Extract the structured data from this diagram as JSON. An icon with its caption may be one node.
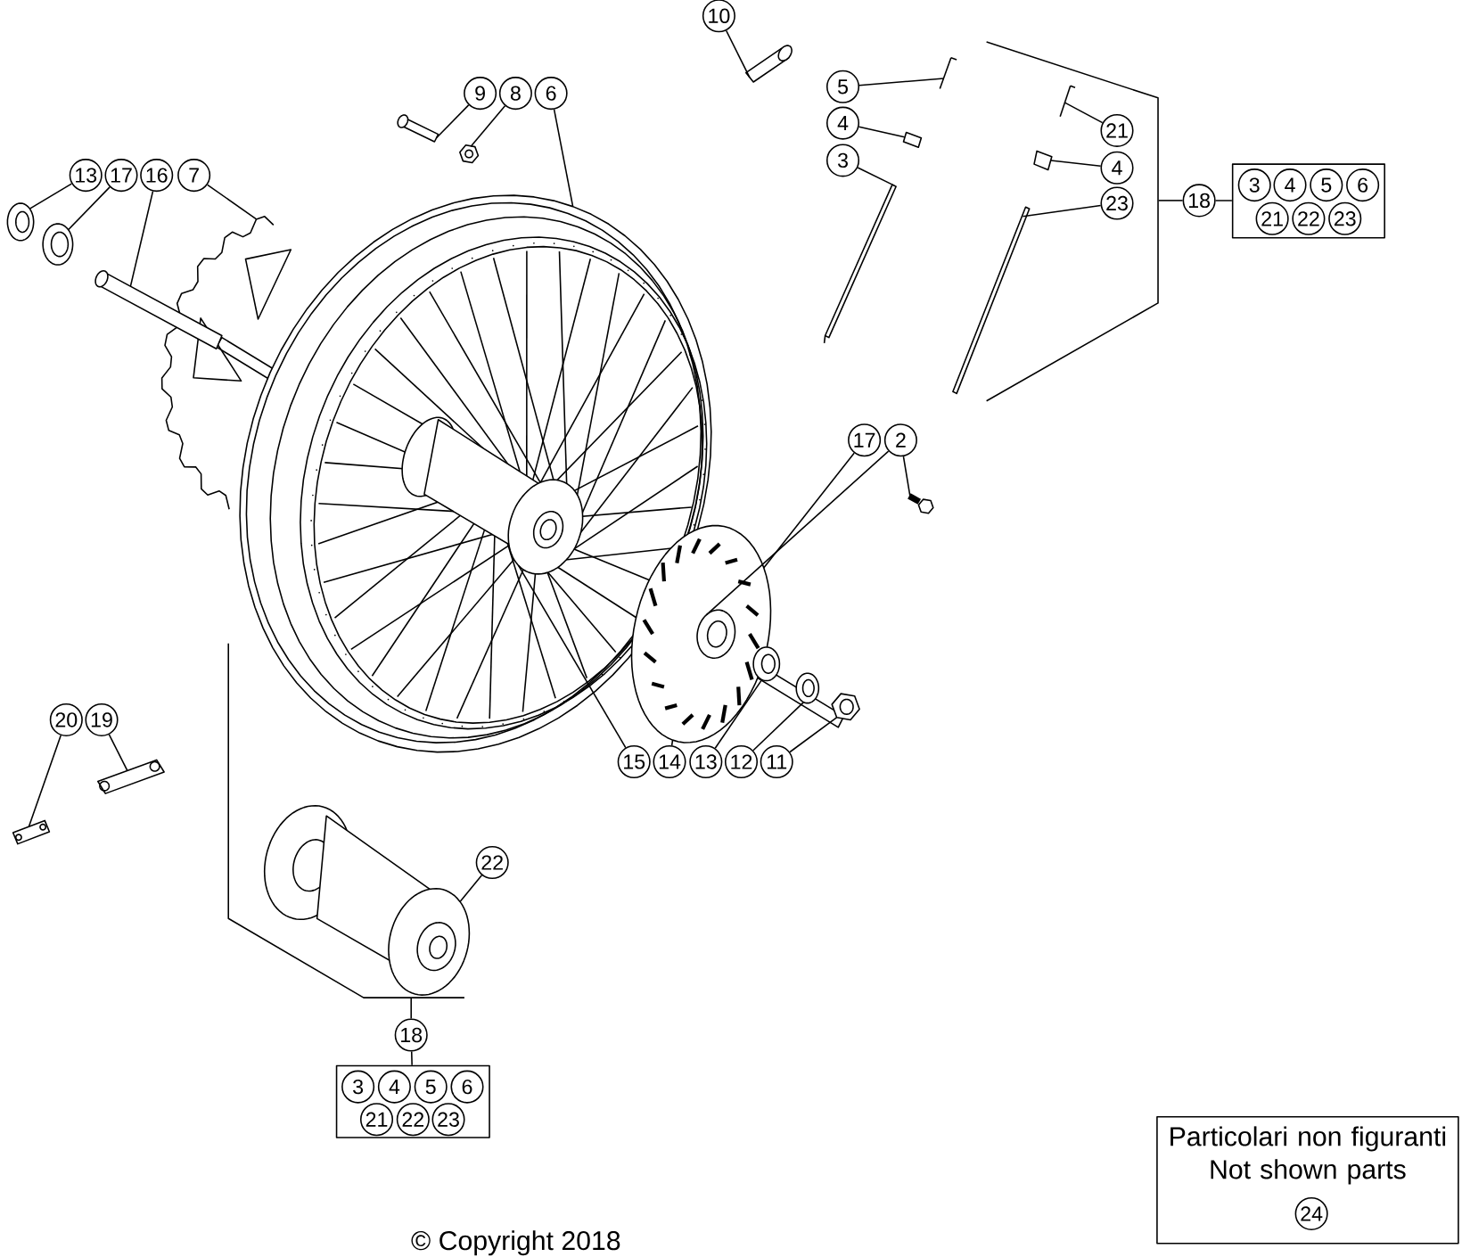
{
  "diagram": {
    "nodes": [
      {
        "text": [
          "10"
        ]
      },
      {
        "text": [
          "9"
        ]
      },
      {
        "text": [
          "8"
        ]
      },
      {
        "text": [
          "6"
        ]
      },
      {
        "text": [
          "5"
        ]
      },
      {
        "text": [
          "4"
        ]
      },
      {
        "text": [
          "3"
        ]
      },
      {
        "text": [
          "21"
        ],
        "in": 56
      },
      {
        "text": [
          "4"
        ],
        "in": 56
      },
      {
        "text": [
          "23"
        ],
        "in": 56
      },
      {
        "text": [
          "18"
        ]
      },
      {
        "text": [],
        "shape": "box"
      },
      {
        "text": [
          "3"
        ],
        "in": 11
      },
      {
        "text": [
          "4"
        ],
        "in": 11
      },
      {
        "text": [
          "5"
        ],
        "in": 11
      },
      {
        "text": [
          "6"
        ],
        "in": 11
      },
      {
        "text": [
          "21"
        ],
        "in": 11
      },
      {
        "text": [
          "22"
        ],
        "in": 11
      },
      {
        "text": [
          "23"
        ],
        "in": 11
      },
      {
        "text": [
          "13"
        ]
      },
      {
        "text": [
          "17"
        ]
      },
      {
        "text": [
          "16"
        ]
      },
      {
        "text": [
          "7"
        ]
      },
      {
        "text": [
          "17"
        ]
      },
      {
        "text": [
          "2"
        ]
      },
      {
        "text": [
          "20"
        ]
      },
      {
        "text": [
          "19"
        ]
      },
      {
        "text": [
          "15"
        ]
      },
      {
        "text": [
          "14"
        ]
      },
      {
        "text": [
          "13"
        ]
      },
      {
        "text": [
          "12"
        ]
      },
      {
        "text": [
          "11"
        ]
      },
      {
        "text": [
          "22"
        ]
      },
      {
        "text": [
          "18"
        ]
      },
      {
        "text": [],
        "shape": "box"
      },
      {
        "text": [
          "3"
        ],
        "in": 34
      },
      {
        "text": [
          "4"
        ],
        "in": 34
      },
      {
        "text": [
          "5"
        ],
        "in": 34
      },
      {
        "text": [
          "6"
        ],
        "in": 34
      },
      {
        "text": [
          "21"
        ],
        "in": 34
      },
      {
        "text": [
          "22"
        ],
        "in": 34
      },
      {
        "text": [
          "23"
        ],
        "in": 34
      },
      {
        "text": [
          "Particolari non figuranti",
          "Not shown parts"
        ]
      },
      {
        "text": [
          "24"
        ],
        "in": 42
      },
      {
        "text": [],
        "shape": "picture"
      },
      {
        "text": [],
        "shape": "picture"
      },
      {
        "text": [],
        "shape": "picture"
      },
      {
        "text": [],
        "shape": "picture"
      },
      {
        "text": [],
        "shape": "picture",
        "in": 47
      },
      {
        "text": [],
        "shape": "picture"
      },
      {
        "text": [],
        "shape": "picture"
      },
      {
        "text": [],
        "shape": "picture"
      },
      {
        "text": [],
        "shape": "bar"
      },
      {
        "text": [],
        "shape": "picture",
        "in": 56
      },
      {
        "text": [],
        "shape": "picture",
        "in": 56
      },
      {
        "text": [],
        "shape": "bar"
      },
      {
        "text": [],
        "shape": "bracket"
      },
      {
        "text": [],
        "shape": "picture"
      },
      {
        "text": [],
        "shape": "picture"
      },
      {
        "text": [],
        "shape": "cylinder"
      },
      {
        "text": [],
        "shape": "picture"
      },
      {
        "text": [],
        "shape": "picture"
      },
      {
        "text": [],
        "shape": "picture"
      },
      {
        "text": [],
        "shape": "picture"
      },
      {
        "text": [],
        "shape": "picture"
      },
      {
        "text": [],
        "shape": "picture"
      },
      {
        "text": [],
        "shape": "picture"
      },
      {
        "text": [],
        "shape": "picture",
        "in": 68
      },
      {
        "text": [],
        "shape": "bracket"
      }
    ],
    "edges": [
      {
        "from": 0,
        "to": 44,
        "arrow": "none"
      },
      {
        "from": 1,
        "to": 45,
        "arrow": "none"
      },
      {
        "from": 2,
        "to": 46,
        "arrow": "none"
      },
      {
        "from": 3,
        "to": 47,
        "arrow": "none"
      },
      {
        "from": 4,
        "to": 50,
        "arrow": "none"
      },
      {
        "from": 5,
        "to": 51,
        "arrow": "none"
      },
      {
        "from": 6,
        "to": 52,
        "arrow": "none"
      },
      {
        "from": 7,
        "to": 53,
        "arrow": "none"
      },
      {
        "from": 8,
        "to": 54,
        "arrow": "none"
      },
      {
        "from": 9,
        "to": 55,
        "arrow": "none"
      },
      {
        "from": 10,
        "to": 56,
        "arrow": "none"
      },
      {
        "from": 10,
        "to": 11,
        "arrow": "none"
      },
      {
        "from": 19,
        "to": 57,
        "arrow": "none"
      },
      {
        "from": 20,
        "to": 58,
        "arrow": "none"
      },
      {
        "from": 21,
        "to": 59,
        "arrow": "none"
      },
      {
        "from": 22,
        "to": 49,
        "arrow": "none"
      },
      {
        "from": 23,
        "to": 60,
        "arrow": "none"
      },
      {
        "from": 24,
        "to": 61,
        "arrow": "none"
      },
      {
        "from": 24,
        "to": 60,
        "arrow": "none"
      },
      {
        "from": 25,
        "to": 62,
        "arrow": "none"
      },
      {
        "from": 26,
        "to": 63,
        "arrow": "none"
      },
      {
        "from": 27,
        "to": 48,
        "arrow": "none"
      },
      {
        "from": 28,
        "to": 60,
        "arrow": "none"
      },
      {
        "from": 29,
        "to": 64,
        "arrow": "none"
      },
      {
        "from": 30,
        "to": 65,
        "arrow": "none"
      },
      {
        "from": 31,
        "to": 66,
        "arrow": "none"
      },
      {
        "from": 32,
        "to": 67,
        "arrow": "none"
      },
      {
        "from": 33,
        "to": 68,
        "arrow": "none"
      },
      {
        "from": 33,
        "to": 34,
        "arrow": "none"
      }
    ],
    "labels": [
      "© Copyright 2018"
    ]
  }
}
